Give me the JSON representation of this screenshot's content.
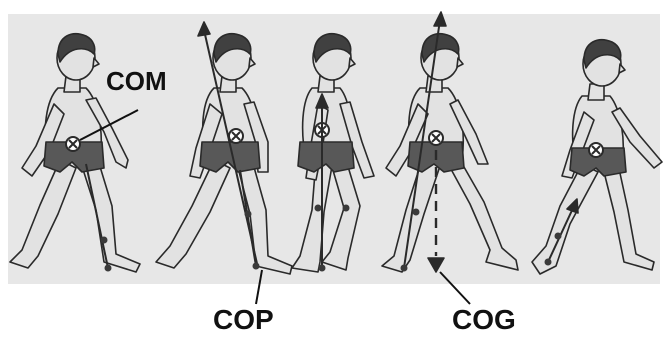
{
  "labels": {
    "com": "COM",
    "cop": "COP",
    "cog": "COG"
  },
  "figure_count": 5,
  "colors": {
    "panel_background": "#e7e7e7",
    "skin": "#e2e2e2",
    "skin_shade": "#cfcfcf",
    "hair": "#404040",
    "outline": "#2a2a2a",
    "shorts": "#585858",
    "marker": "#3a3a3a",
    "text": "#111111"
  },
  "icons": {
    "center_marker": "circled-x-icon",
    "joint_marker": "dot-icon",
    "force_vector": "arrow-up-icon",
    "gravity_vector": "arrow-down-icon"
  }
}
